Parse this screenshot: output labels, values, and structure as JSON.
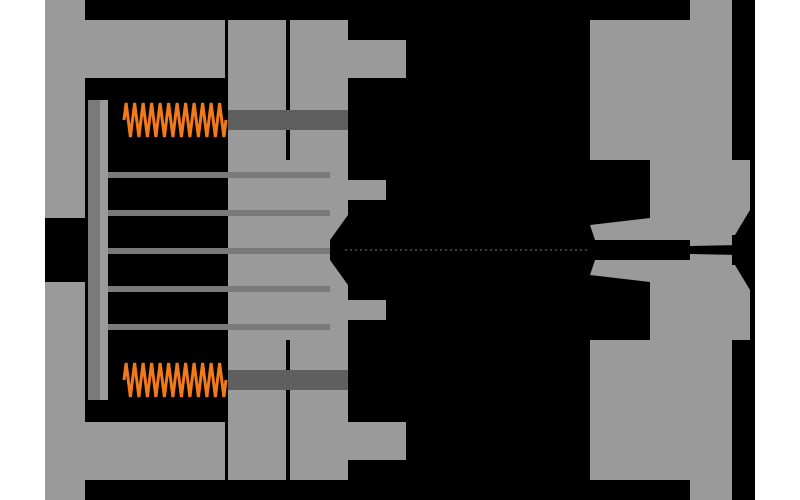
{
  "diagram": {
    "colors": {
      "background": "#ffffff",
      "cavity_black": "#000000",
      "steel_gray": "#9a9a9a",
      "steel_dark": "#5f5f5f",
      "edge_gray": "#7a7a7a",
      "spring_orange": "#f27a1a"
    },
    "parts": [
      "fixed-platen",
      "ejector-plate",
      "ejector-pins",
      "return-springs",
      "core-plate",
      "moving-mold-half",
      "injected-part",
      "stationary-mold-half",
      "stationary-platen",
      "injection-nozzle"
    ]
  }
}
